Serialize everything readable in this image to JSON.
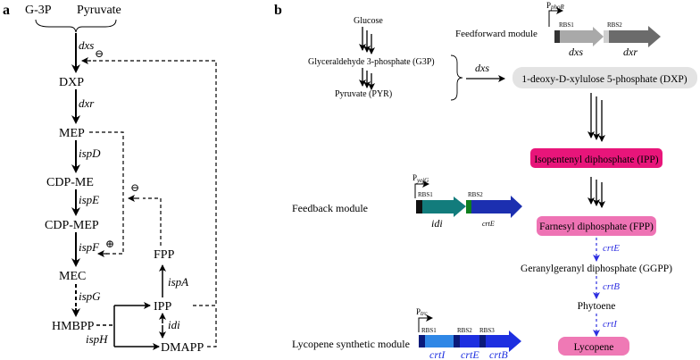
{
  "panel_a": {
    "letter": "a",
    "inputs": [
      "G-3P",
      "Pyruvate"
    ],
    "nodes": {
      "dxp": "DXP",
      "mep": "MEP",
      "cdp_me": "CDP-ME",
      "cdp_mep": "CDP-MEP",
      "mec": "MEC",
      "hmbpp": "HMBPP",
      "ipp": "IPP",
      "dmapp": "DMAPP",
      "fpp": "FPP"
    },
    "enzymes": {
      "dxs": "dxs",
      "dxr": "dxr",
      "ispD": "ispD",
      "ispE": "ispE",
      "ispF": "ispF",
      "ispG": "ispG",
      "ispH": "ispH",
      "ispA": "ispA",
      "idi": "idi"
    },
    "signs": {
      "minus": "⊖",
      "plus": "⊕"
    }
  },
  "panel_b": {
    "letter": "b",
    "glycolysis": {
      "glucose": "Glucose",
      "g3p": "Glyceraldehyde 3-phosphate (G3P)",
      "pyr": "Pyruvate (PYR)"
    },
    "dxs_label": "dxs",
    "dxp_box": "1-deoxy-D-xylulose 5-phosphate (DXP)",
    "ipp_box": "Isopentenyl diphosphate (IPP)",
    "fpp_box": "Farnesyl diphosphate (FPP)",
    "lycopene_box": "Lycopene",
    "ggpp": "Geranylgeranyl diphosphate (GGPP)",
    "phytoene": "Phytoene",
    "steps": {
      "crtE": "crtE",
      "crtB": "crtB",
      "crtI": "crtI"
    },
    "modules": {
      "feedforward": {
        "title": "Feedforward module",
        "promoter_base": "P",
        "promoter_sub": "phoR",
        "rbs": [
          "RBS1",
          "RBS2"
        ],
        "genes": [
          "dxs",
          "dxr"
        ]
      },
      "feedback": {
        "title": "Feedback module",
        "promoter_base": "P",
        "promoter_sub": "yejG",
        "rbs": [
          "RBS1",
          "RBS2"
        ],
        "genes": [
          "idi",
          "crtE"
        ]
      },
      "lycopene": {
        "title": "Lycopene synthetic module",
        "promoter_base": "P",
        "promoter_sub": "trc",
        "rbs": [
          "RBS1",
          "RBS2",
          "RBS3"
        ],
        "genes": [
          "crtI",
          "crtE",
          "crtB"
        ]
      }
    },
    "colors": {
      "ipp_box": "#e8157a",
      "fpp_box": "#ee73b4",
      "lycopene_box": "#ef79b5",
      "dxp_box": "#e3e3e3",
      "dxs_gene": "#a9a9a9",
      "dxr_gene": "#6b6b6b",
      "idi_gene": "#127c7c",
      "crtE_gene_fb": "#1c2fb0",
      "crtI_gene": "#2f87e6",
      "crt_genes": "#1d2fe0",
      "crt_arrow": "#2d2ee0"
    }
  }
}
